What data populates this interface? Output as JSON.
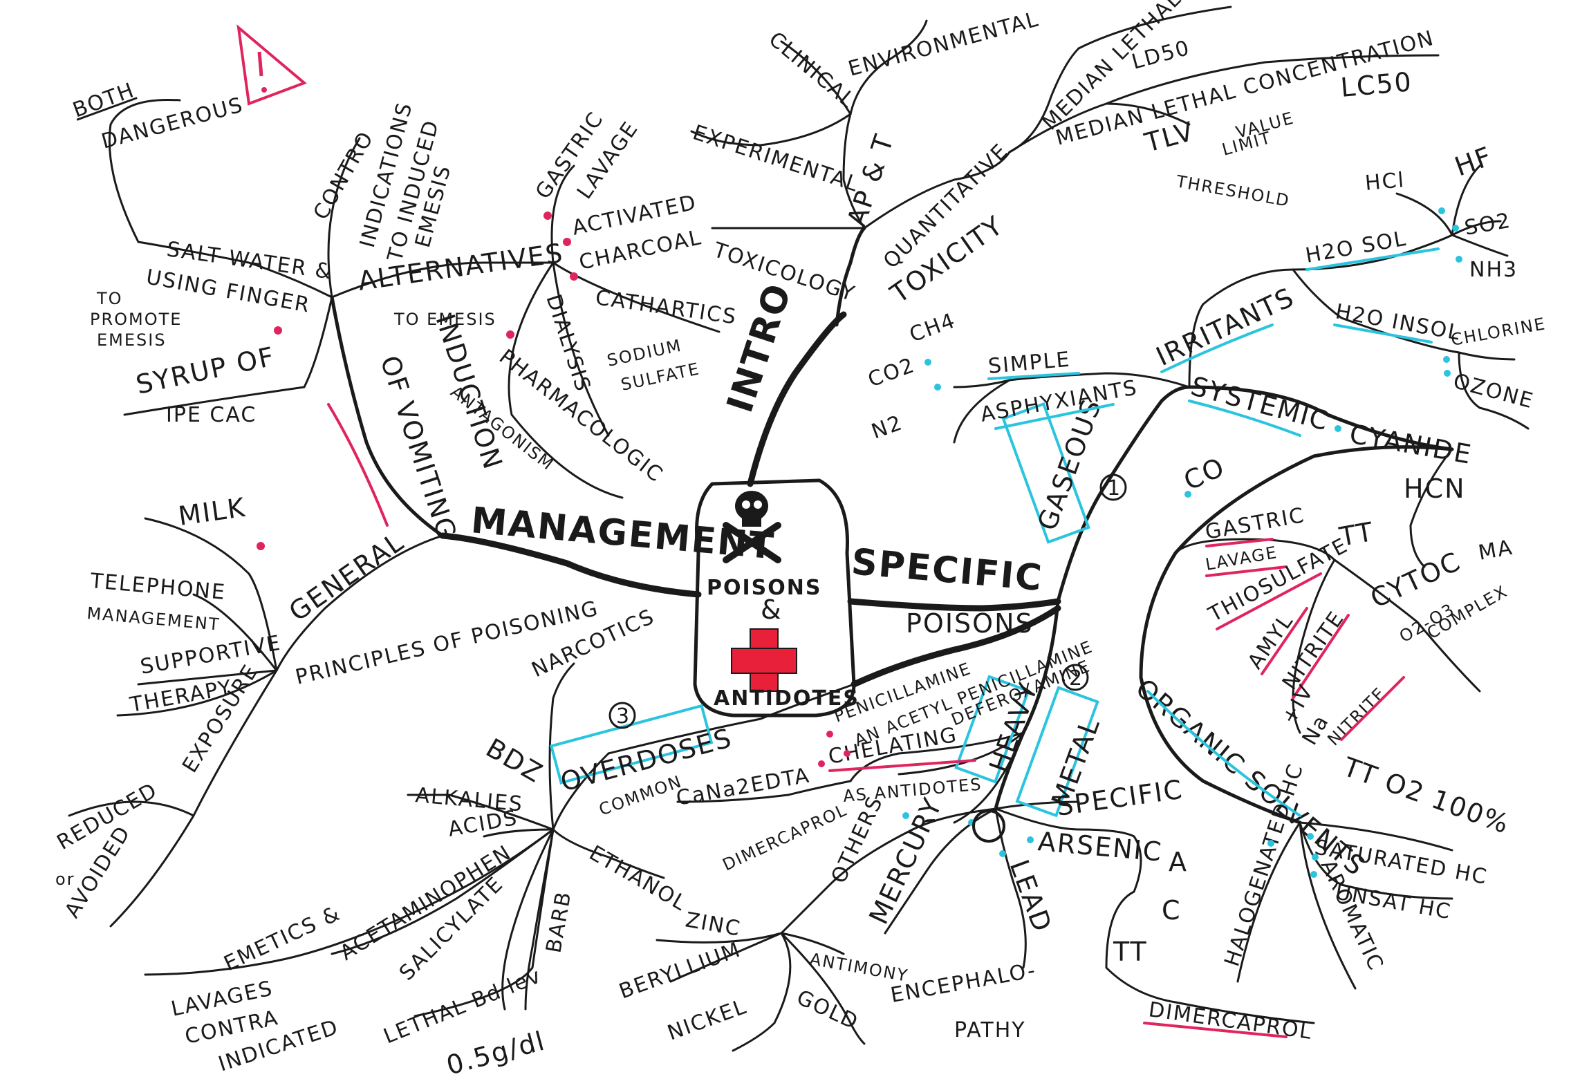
{
  "colors": {
    "ink": "#1a1a1a",
    "accent_red": "#e0245e",
    "accent_cyan": "#2ac4df",
    "cross": "#e8203a"
  },
  "center": {
    "line1": "POISONS",
    "line2": "&",
    "line3": "ANTIDOTES",
    "icon": "skull-crossbones-icon",
    "cross_icon": "red-cross-icon"
  },
  "warning": {
    "icon": "warning-triangle-icon",
    "label": "BOTH",
    "text": "DANGEROUS"
  },
  "management": {
    "title": "MANAGEMENT",
    "induction": "INDUCTION",
    "of_vomiting": "OF VOMITING",
    "salt_water": "SALT WATER &",
    "using_finger": "USING FINGER",
    "to_promote": "TO",
    "promote": "PROMOTE",
    "emesis": "EMESIS",
    "syrup": "SYRUP OF",
    "ipecac": "IPE CAC",
    "contro": "CONTRO",
    "indications": "INDICATIONS",
    "to_induced": "TO INDUCED",
    "emesis2": "EMESIS",
    "alternatives": "ALTERNATIVES",
    "to_emesis": "TO EMESIS",
    "gastric": "GASTRIC",
    "lavage": "LAVAGE",
    "activated": "ACTIVATED",
    "charcoal": "CHARCOAL",
    "cathartics": "CATHARTICS",
    "sodium": "SODIUM",
    "sulfate": "SULFATE",
    "dialysis": "DIALYSIS",
    "pharmacologic": "PHARMACOLOGIC",
    "antagonism": "ANTAGONISM",
    "general": "GENERAL",
    "principles": "PRINCIPLES OF POISONING",
    "milk": "MILK",
    "telephone": "TELEPHONE",
    "management2": "MANAGEMENT",
    "supportive": "SUPPORTIVE",
    "therapy": "THERAPY",
    "exposure": "EXPOSURE",
    "reduced": "REDUCED",
    "or": "or",
    "avoided": "AVOIDED"
  },
  "intro": {
    "title": "INTRO",
    "ap_t": "AP & T",
    "clinical": "CLINICAL",
    "environmental": "ENVIRONMENTAL",
    "experimental": "EXPERIMENTAL",
    "toxicology": "TOXICOLOGY",
    "toxicity": "TOXICITY",
    "quantitative": "QUANTITATIVE",
    "median_lethal_dose": "MEDIAN LETHAL DOSE",
    "ld50": "LD50",
    "median_lethal_conc": "MEDIAN LETHAL CONCENTRATION",
    "lc50": "LC50",
    "tlv": "TLV",
    "value": "VALUE",
    "limit": "LIMIT",
    "threshold": "THRESHOLD"
  },
  "specific": {
    "title": "SPECIFIC",
    "poisons": "POISONS",
    "gaseous": "GASEOUS",
    "num1": "1",
    "heavy": "HEAVY",
    "metal": "METAL",
    "num2": "2",
    "overdoses": "OVERDOSES",
    "num3": "3",
    "common": "COMMON",
    "simple": "SIMPLE",
    "asphyxiants": "ASPHYXIANTS",
    "ch4": "CH4",
    "co2": "CO2",
    "n2": "N2",
    "irritants": "IRRITANTS",
    "h2o_sol": "H2O SOL",
    "hcl": "HCl",
    "hf": "HF",
    "so2": "SO2",
    "nh3": "NH3",
    "h2o_insol": "H2O INSOL",
    "chlorine": "CHLORINE",
    "ozone": "OZONE",
    "systemic": "SYSTEMIC",
    "cyanide": "CYANIDE",
    "hcn": "HCN",
    "co": "CO",
    "gastric": "GASTRIC",
    "lavage": "LAVAGE",
    "thiosulfate": "THIOSULFATE",
    "tt": "TT",
    "amyl": "AMYL",
    "nitrite": "NITRITE",
    "iv": "+IV",
    "na": "Na",
    "nitrite2": "NITRITE",
    "cytoc": "CYTOC",
    "ma": "MA",
    "complex": "COMPLEX",
    "ox": "O2-O3",
    "tt_o2": "TT O2 100%",
    "organic": "ORGANIC SOLVENTS",
    "saturated": "SATURATED HC",
    "unsat": "UNSAT HC",
    "halogenated": "HALOGENATED HC",
    "aromatic": "AROMATIC",
    "chelating": "CHELATING",
    "as_antidotes": "AS ANTIDOTES",
    "penicillamine": "PENICILLAMINE",
    "an_acetyl": "AN ACETYL PENICILLAMINE",
    "deferoxamine": "DEFEROXAMINE",
    "cana2edta": "CaNa2EDTA",
    "dimercaprol": "DIMERCAPROL",
    "specific2": "SPECIFIC",
    "arsenic": "ARSENIC",
    "a": "A",
    "c": "C",
    "tt2": "TT",
    "dimercaprol2": "DIMERCAPROL",
    "lead": "LEAD",
    "encephalopathy": "ENCEPHALO-",
    "pathy": "PATHY",
    "mercury": "MERCURY",
    "others": "OTHERS",
    "zinc": "ZINC",
    "beryllium": "BERYLLIUM",
    "nickel": "NICKEL",
    "gold": "GOLD",
    "antimony": "ANTIMONY",
    "narcotics": "NARCOTICS",
    "bdz": "BDZ",
    "alkalies": "ALKALIES",
    "acids": "ACIDS",
    "ethanol": "ETHANOL",
    "acetaminophen": "ACETAMINOPHEN",
    "salicylate": "SALICYLATE",
    "barb": "BARB",
    "emetics": "EMETICS &",
    "lavages": "LAVAGES",
    "contra": "CONTRA",
    "indicated": "INDICATED",
    "lethal_bd": "LETHAL Bd lev",
    "dose": "0.5g/dl"
  }
}
